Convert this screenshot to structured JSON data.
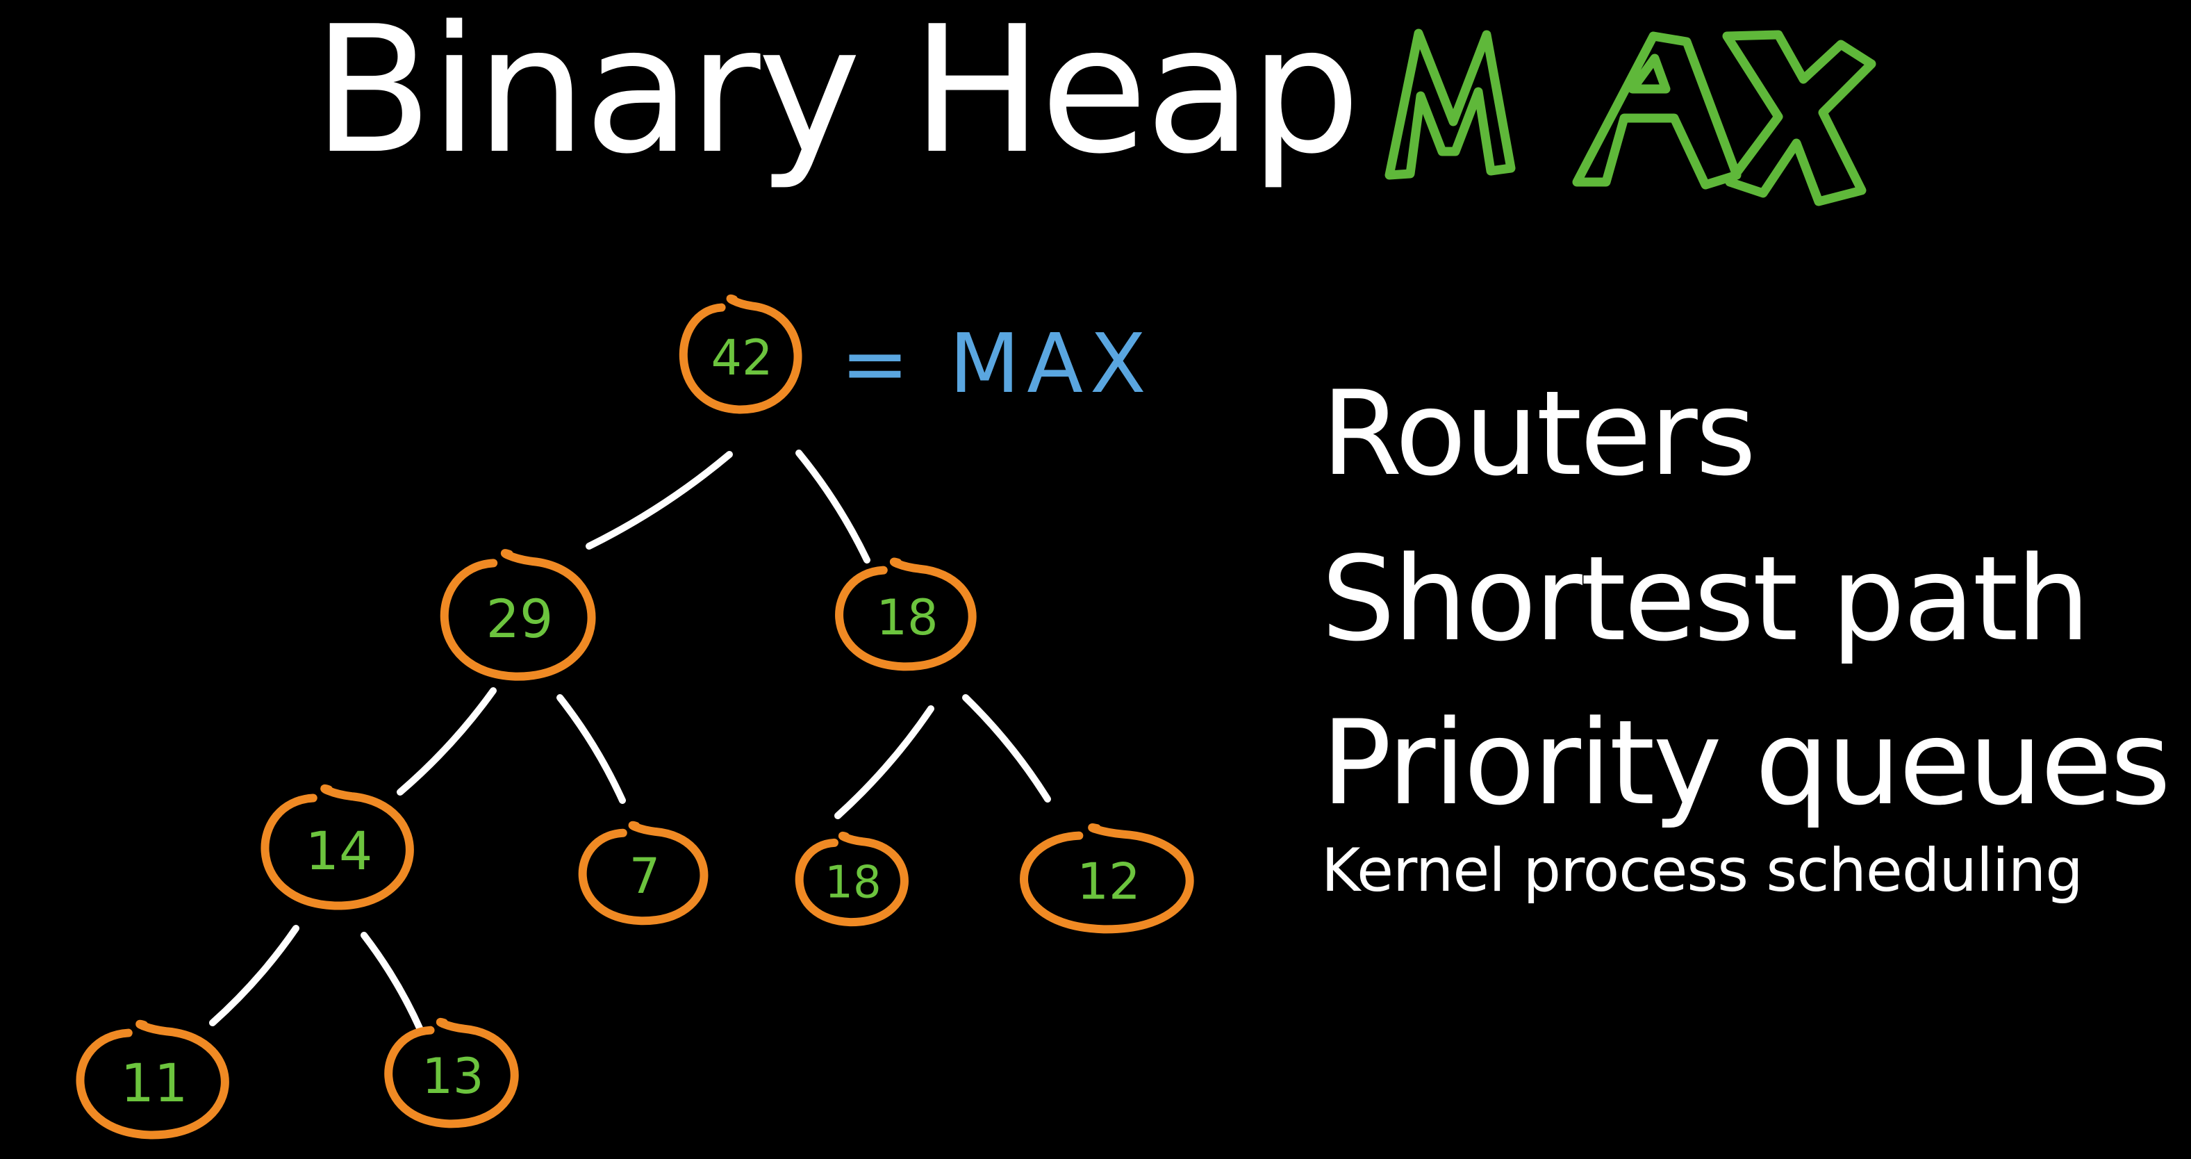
{
  "title": {
    "text": "Binary Heap",
    "highlight": "MAX",
    "text_color": "#ffffff",
    "highlight_color": "#5fb83a"
  },
  "annotation": {
    "text": "= MAX",
    "color": "#5aa6e0"
  },
  "heap": {
    "node_color": "#f08a24",
    "value_color": "#6cc43e",
    "edge_color": "#ffffff",
    "nodes": [
      {
        "id": "n42",
        "value": "42"
      },
      {
        "id": "n29",
        "value": "29"
      },
      {
        "id": "n18a",
        "value": "18"
      },
      {
        "id": "n14",
        "value": "14"
      },
      {
        "id": "n7",
        "value": "7"
      },
      {
        "id": "n18b",
        "value": "18"
      },
      {
        "id": "n12",
        "value": "12"
      },
      {
        "id": "n11",
        "value": "11"
      },
      {
        "id": "n13",
        "value": "13"
      }
    ],
    "edges": [
      [
        "n42",
        "n29"
      ],
      [
        "n42",
        "n18a"
      ],
      [
        "n29",
        "n14"
      ],
      [
        "n29",
        "n7"
      ],
      [
        "n18a",
        "n18b"
      ],
      [
        "n18a",
        "n12"
      ],
      [
        "n14",
        "n11"
      ],
      [
        "n14",
        "n13"
      ]
    ]
  },
  "uses": {
    "routers": "Routers",
    "shortest_path": "Shortest path",
    "priority_queues": "Priority queues",
    "kernel": "Kernel process scheduling"
  }
}
